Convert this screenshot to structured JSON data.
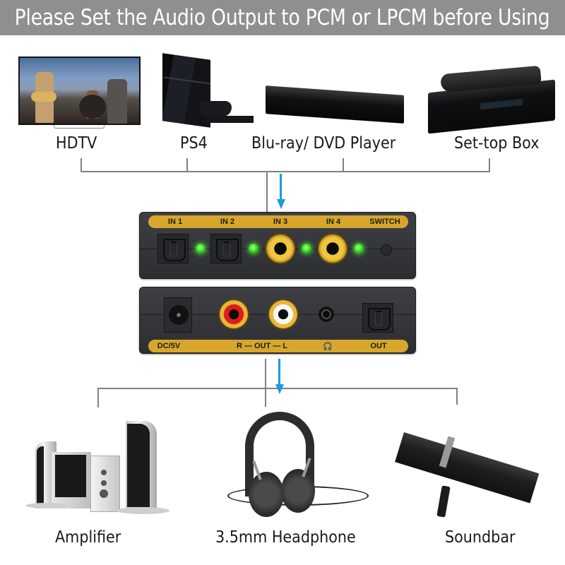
{
  "banner": {
    "text": "Please Set the Audio Output to PCM or LPCM before Using",
    "background": "#8f8f8f"
  },
  "sources": [
    {
      "label": "HDTV",
      "icon": "hdtv-image"
    },
    {
      "label": "PS4",
      "icon": "ps4-console-image"
    },
    {
      "label": "Blu-ray/ DVD Player",
      "icon": "bluray-player-image"
    },
    {
      "label": "Set-top Box",
      "icon": "set-top-box-image"
    }
  ],
  "device": {
    "input_panel": {
      "ports": [
        {
          "label": "IN 1",
          "type": "optical"
        },
        {
          "label": "IN 2",
          "type": "optical"
        },
        {
          "label": "IN 3",
          "type": "coaxial"
        },
        {
          "label": "IN 4",
          "type": "coaxial"
        }
      ],
      "switch_label": "SWITCH",
      "indicator_count": 4,
      "led_color": "#38e023"
    },
    "output_panel": {
      "ports": [
        {
          "label": "DC/5V",
          "type": "dc-power"
        },
        {
          "label": "R — OUT — L",
          "type": "rca-stereo"
        },
        {
          "label": "🎧",
          "type": "3.5mm-headphone"
        },
        {
          "label": "OUT",
          "type": "optical"
        }
      ]
    },
    "strip_color": "#d7a62b"
  },
  "outputs": [
    {
      "label": "Amplifier",
      "icon": "amplifier-speakers-image"
    },
    {
      "label": "3.5mm Headphone",
      "icon": "headphone-image"
    },
    {
      "label": "Soundbar",
      "icon": "soundbar-image"
    }
  ],
  "colors": {
    "connector_line": "#808080",
    "flow_arrow": "#1a9be0"
  }
}
